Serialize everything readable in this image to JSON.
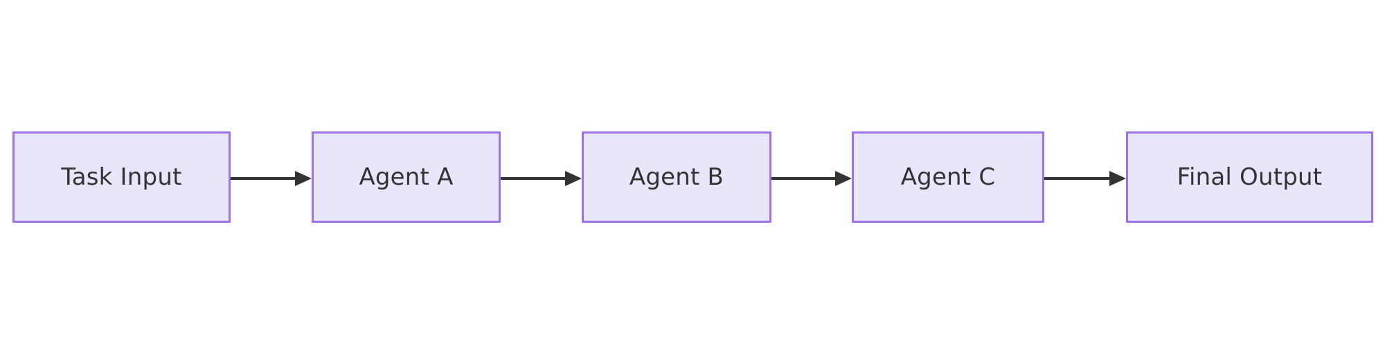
{
  "diagram": {
    "type": "flowchart",
    "orientation": "left-to-right",
    "title": "",
    "background_color": "#ffffff",
    "node_fill_color": "#e8e6fb",
    "node_border_color": "#9d72e8",
    "node_text_color": "#333333",
    "edge_color": "#333333",
    "nodes": [
      {
        "id": "n0",
        "label": "Task Input"
      },
      {
        "id": "n1",
        "label": "Agent A"
      },
      {
        "id": "n2",
        "label": "Agent B"
      },
      {
        "id": "n3",
        "label": "Agent C"
      },
      {
        "id": "n4",
        "label": "Final Output"
      }
    ],
    "edges": [
      {
        "id": "e0",
        "from": "Task Input",
        "to": "Agent A",
        "label": "",
        "arrowhead": "filled-triangle"
      },
      {
        "id": "e1",
        "from": "Agent A",
        "to": "Agent B",
        "label": "",
        "arrowhead": "filled-triangle"
      },
      {
        "id": "e2",
        "from": "Agent B",
        "to": "Agent C",
        "label": "",
        "arrowhead": "filled-triangle"
      },
      {
        "id": "e3",
        "from": "Agent C",
        "to": "Final Output",
        "label": "",
        "arrowhead": "filled-triangle"
      }
    ]
  }
}
